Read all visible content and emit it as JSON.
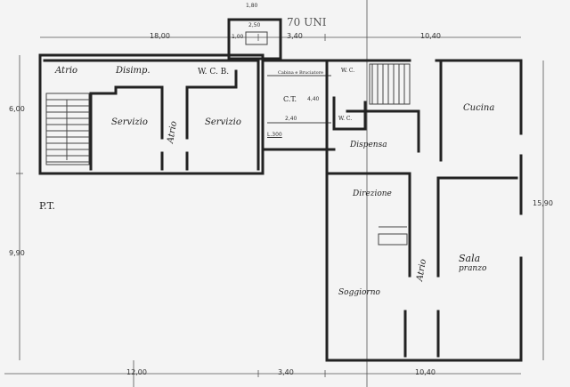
{
  "plan": {
    "floor_label": "P.T.",
    "rooms": {
      "atrio_left": "Atrio",
      "disimpegno": "Disimp.",
      "wcb": "W. C. B.",
      "servizio_1": "Servizio",
      "atrio_center": "Atrio",
      "servizio_2": "Servizio",
      "cabina": "Cabina e Bruciatore",
      "ct": "C.T.",
      "wc_1": "W. C.",
      "wc_2": "W. C.",
      "dispensa": "Dispensa",
      "cucina": "Cucina",
      "direzione": "Direzione",
      "atrio_right": "Atrio",
      "sala_pranzo_1": "Sala",
      "sala_pranzo_2": "pranzo",
      "soggiorno": "Soggiorno"
    },
    "dimensions": {
      "top_left": "18,00",
      "top_mid": "3,40",
      "top_right": "10,40",
      "left_upper": "6,00",
      "left_lower": "9,90",
      "right": "15,90",
      "bottom_left": "12,00",
      "bottom_mid": "3,40",
      "bottom_right": "10,40",
      "tower_w": "2,50",
      "tower_h": "1,80",
      "tower_inner": "1,00",
      "ct_h": "4,40",
      "ct_w": "2,40",
      "ct_level": "L.300"
    },
    "annotation": "70 UNI"
  }
}
